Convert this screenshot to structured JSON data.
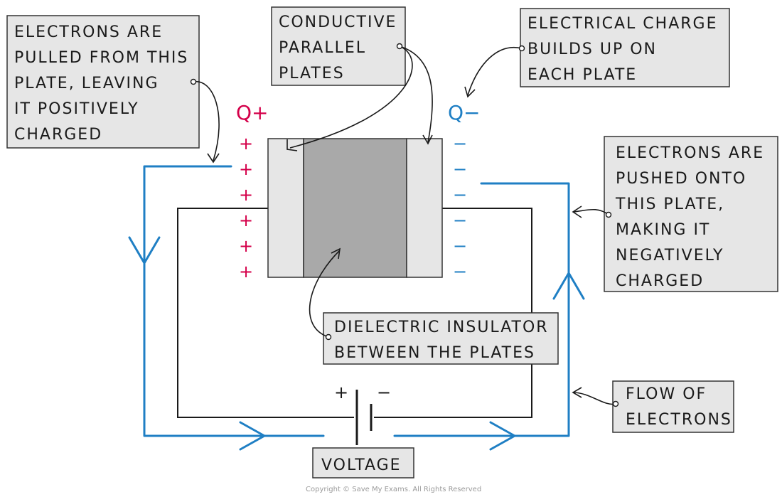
{
  "labels": {
    "electrons_pulled": [
      "ELECTRONS  ARE",
      "PULLED FROM THIS",
      "PLATE,  LEAVING",
      "IT  POSITIVELY",
      "CHARGED"
    ],
    "conductive_plates": [
      "CONDUCTIVE",
      "PARALLEL",
      "PLATES"
    ],
    "charge_builds": [
      "ELECTRICAL  CHARGE",
      "BUILDS  UP  ON",
      "EACH  PLATE"
    ],
    "electrons_pushed": [
      "ELECTRONS  ARE",
      "PUSHED  ONTO",
      "THIS  PLATE,",
      "MAKING  IT",
      "NEGATIVELY",
      "CHARGED"
    ],
    "dielectric": [
      "DIELECTRIC  INSULATOR",
      "BETWEEN  THE  PLATES"
    ],
    "flow": [
      "FLOW  OF",
      "ELECTRONS"
    ],
    "voltage": "VOLTAGE"
  },
  "charges": {
    "q_plus": "Q+",
    "q_minus": "Q−",
    "plus_sign": "+",
    "minus_sign": "−"
  },
  "battery": {
    "plus": "+",
    "minus": "−"
  },
  "copyright": "Copyright © Save My Exams. All Rights Reserved",
  "colors": {
    "positive": "#d4004a",
    "negative": "#1f7fc4",
    "electron_flow": "#1f7fc4",
    "plate": "#e6e6e6",
    "dielectric": "#a9a9a9",
    "label_box": "#e6e6e6"
  }
}
